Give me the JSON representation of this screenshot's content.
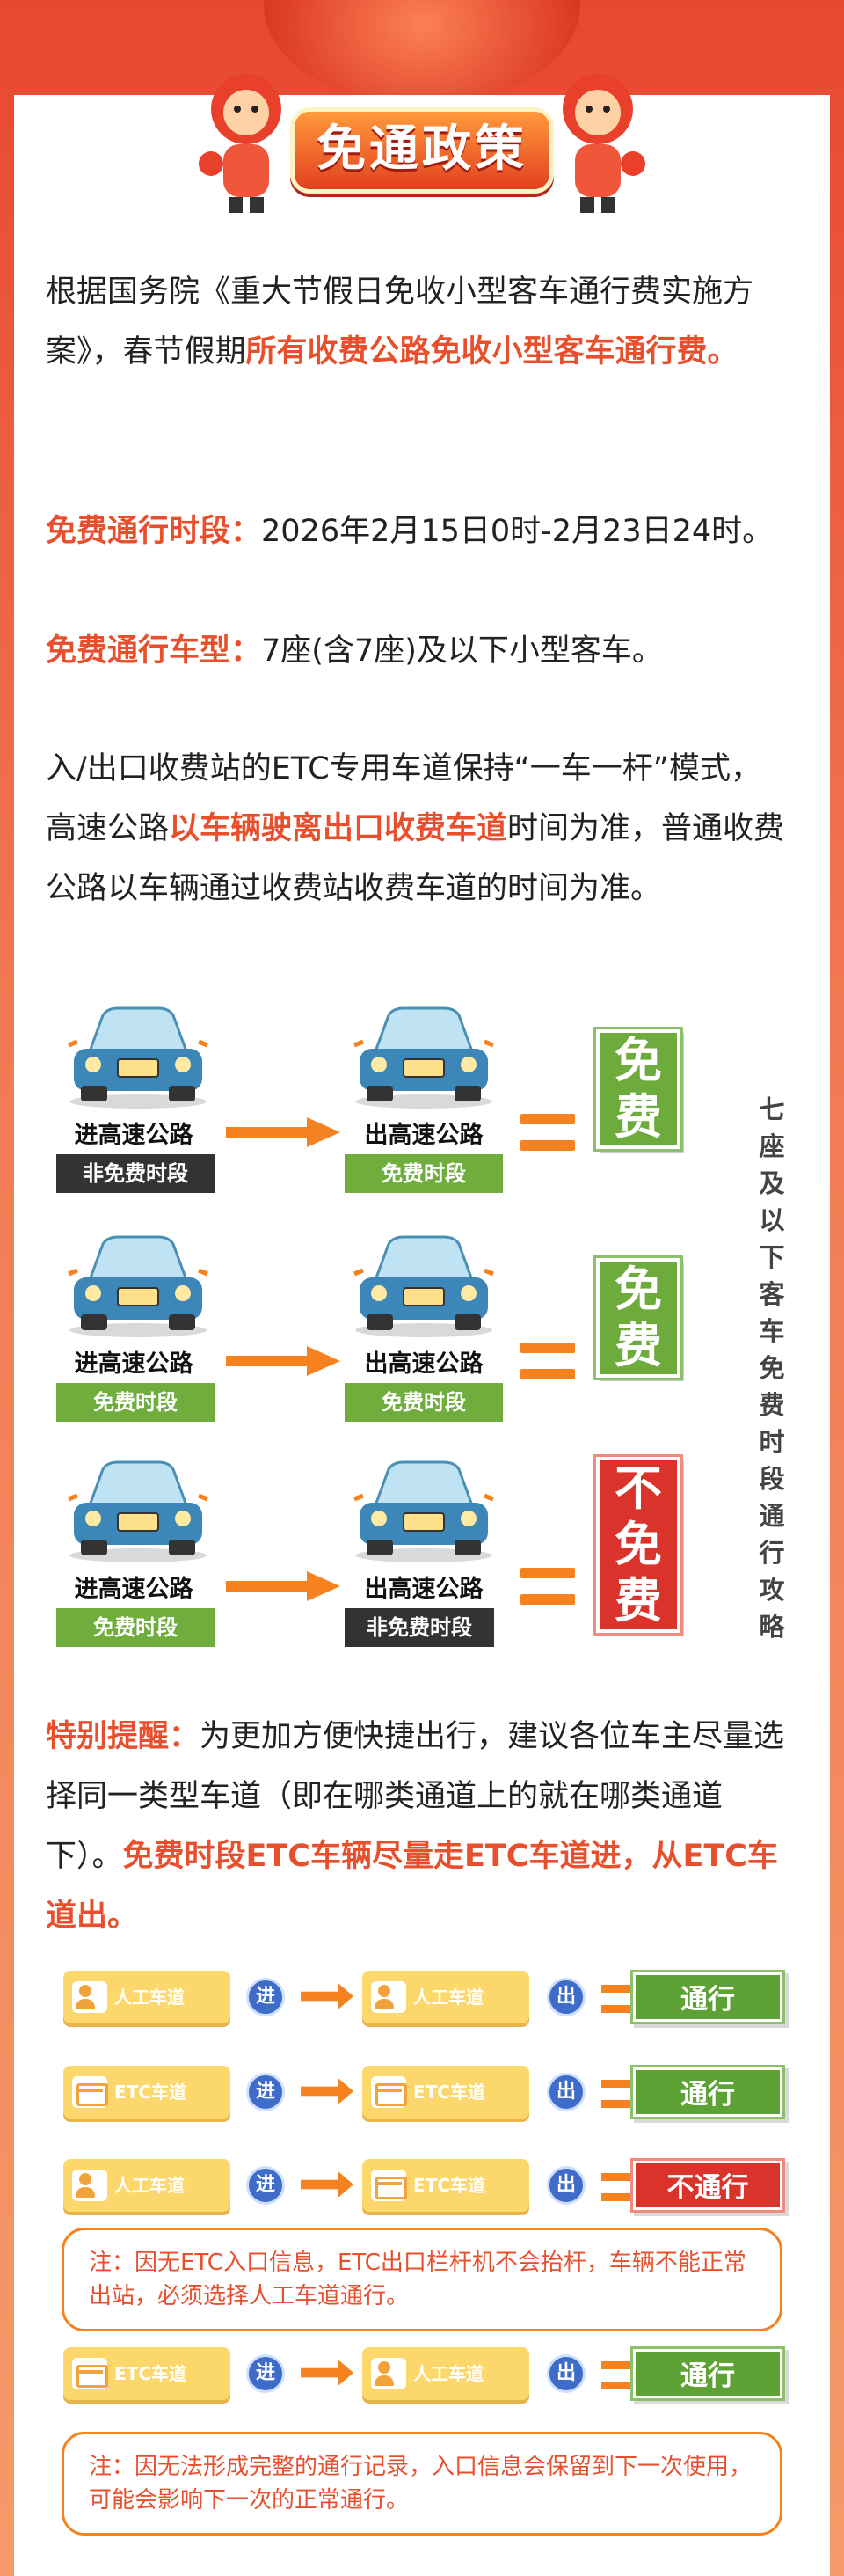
{
  "banner": {
    "title": "免通政策"
  },
  "intro": {
    "text": "根据国务院《重大节假日免收小型客车通行费实施方案》，春节假期",
    "highlight": "所有收费公路免收小型客车通行费。"
  },
  "period": {
    "label": "免费通行时段：",
    "value": "2026年2月15日0时-2月23日24时。"
  },
  "vehicle": {
    "label": "免费通行车型：",
    "value": "7座(含7座)及以下小型客车。"
  },
  "etc_rule": {
    "part1": "入/出口收费站的ETC专用车道保持“一车一杆”模式，高速公路",
    "highlight": "以车辆驶离出口收费车道",
    "part2": "时间为准，普通收费公路以车辆通过收费站收费车道的时间为准。"
  },
  "scenarios": [
    {
      "in_label": "进高速公路",
      "in_tag": "非免费时段",
      "out_label": "出高速公路",
      "out_tag": "免费时段",
      "result": "免费"
    },
    {
      "in_label": "进高速公路",
      "in_tag": "免费时段",
      "out_label": "出高速公路",
      "out_tag": "免费时段",
      "result": "免费"
    },
    {
      "in_label": "进高速公路",
      "in_tag": "免费时段",
      "out_label": "出高速公路",
      "out_tag": "非免费时段",
      "result": "不免费"
    }
  ],
  "vertical_title": "七座及以下客车免费时段通行攻略",
  "reminder": {
    "label": "特别提醒：",
    "text": "为更加方便快捷出行，建议各位车主尽量选择同一类型车道（即在哪类通道上的就在哪类通道下）。",
    "highlight": "免费时段ETC车辆尽量走ETC车道进，从ETC车道出。"
  },
  "lanes": [
    {
      "entry": "人工车道",
      "entry_icon": "person-icon",
      "in": "进",
      "exit": "人工车道",
      "exit_icon": "person-icon",
      "out": "出",
      "result": "通行"
    },
    {
      "entry": "ETC车道",
      "entry_icon": "card-icon",
      "in": "进",
      "exit": "ETC车道",
      "exit_icon": "card-icon",
      "out": "出",
      "result": "通行"
    },
    {
      "entry": "人工车道",
      "entry_icon": "person-icon",
      "in": "进",
      "exit": "ETC车道",
      "exit_icon": "card-icon",
      "out": "出",
      "result": "不通行"
    },
    {
      "entry": "ETC车道",
      "entry_icon": "card-icon",
      "in": "进",
      "exit": "人工车道",
      "exit_icon": "person-icon",
      "out": "出",
      "result": "通行"
    }
  ],
  "notes": [
    "注：因无ETC入口信息，ETC出口栏杆机不会抬杆，车辆不能正常出站，必须选择人工车道通行。",
    "注：因无法形成完整的通行记录，入口信息会保留到下一次使用，可能会影响下一次的正常通行。"
  ],
  "colors": {
    "accent": "#e8502d",
    "green": "#6cab3c",
    "red": "#d9332b",
    "orange": "#f5821f",
    "lane": "#fcd86c",
    "circle": "#3f6cc8"
  }
}
